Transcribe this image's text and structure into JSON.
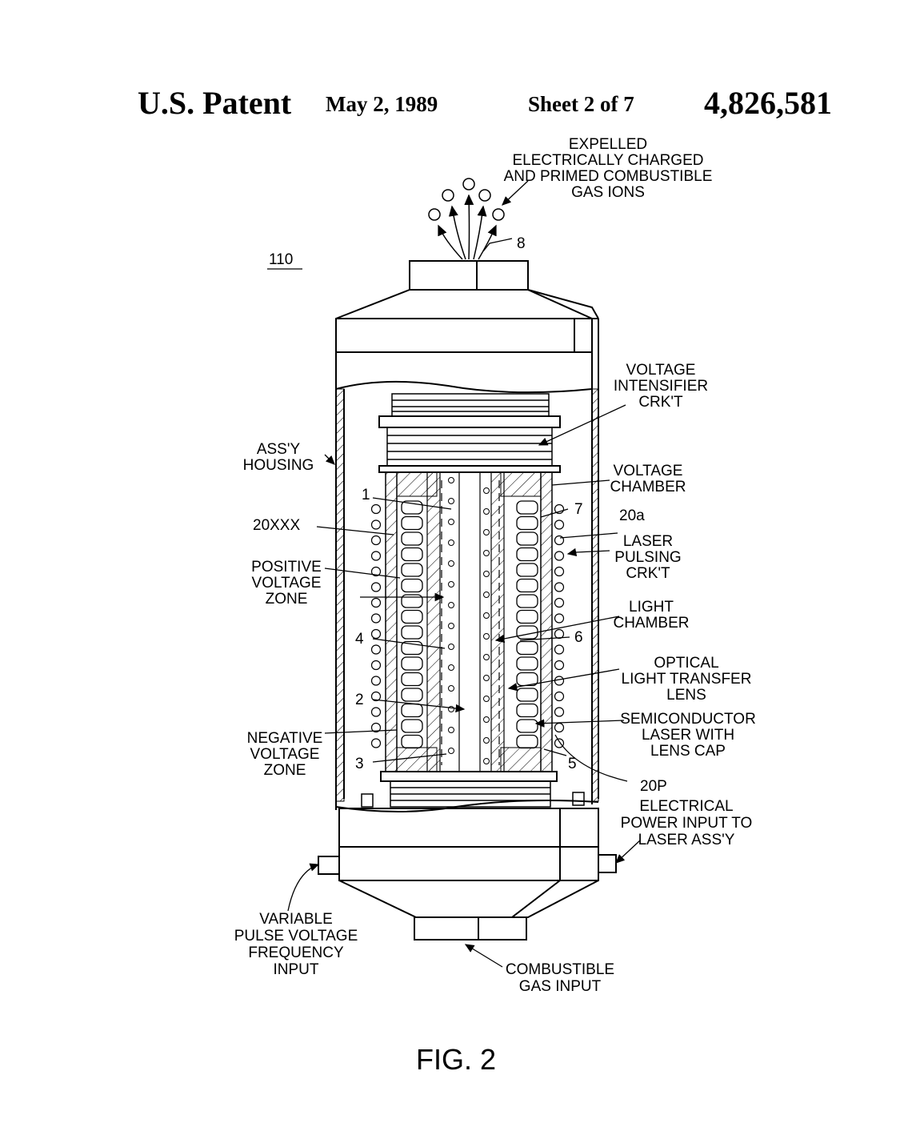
{
  "header": {
    "patent_label": "U.S. Patent",
    "date": "May 2, 1989",
    "sheet": "Sheet 2 of 7",
    "patent_number": "4,826,581"
  },
  "figure": {
    "caption": "FIG. 2",
    "ref_110": "110",
    "labels": {
      "expelled": [
        "EXPELLED",
        "ELECTRICALLY CHARGED",
        "AND PRIMED COMBUSTIBLE",
        "GAS IONS"
      ],
      "ref_8": "8",
      "voltage_intensifier": [
        "VOLTAGE",
        "INTENSIFIER",
        "CRK'T"
      ],
      "assy_housing": [
        "ASS'Y",
        "HOUSING"
      ],
      "voltage_chamber": [
        "VOLTAGE",
        "CHAMBER"
      ],
      "ref_1": "1",
      "ref_7": "7",
      "ref_20xxx": "20XXX",
      "ref_20a": "20a",
      "laser_pulsing": [
        "LASER",
        "PULSING",
        "CRK'T"
      ],
      "positive_zone": [
        "POSITIVE",
        "VOLTAGE",
        "ZONE"
      ],
      "light_chamber": [
        "LIGHT",
        "CHAMBER"
      ],
      "ref_4": "4",
      "ref_6": "6",
      "optical_lens": [
        "OPTICAL",
        "LIGHT TRANSFER",
        "LENS"
      ],
      "ref_2": "2",
      "semiconductor": [
        "SEMICONDUCTOR",
        "LASER WITH",
        "LENS CAP"
      ],
      "negative_zone": [
        "NEGATIVE",
        "VOLTAGE",
        "ZONE"
      ],
      "ref_3": "3",
      "ref_5": "5",
      "ref_20p": "20P",
      "electrical_power": [
        "ELECTRICAL",
        "POWER INPUT TO",
        "LASER ASS'Y"
      ],
      "variable_pulse": [
        "VARIABLE",
        "PULSE VOLTAGE",
        "FREQUENCY",
        "INPUT"
      ],
      "combustible_gas": [
        "COMBUSTIBLE",
        "GAS INPUT"
      ]
    }
  }
}
